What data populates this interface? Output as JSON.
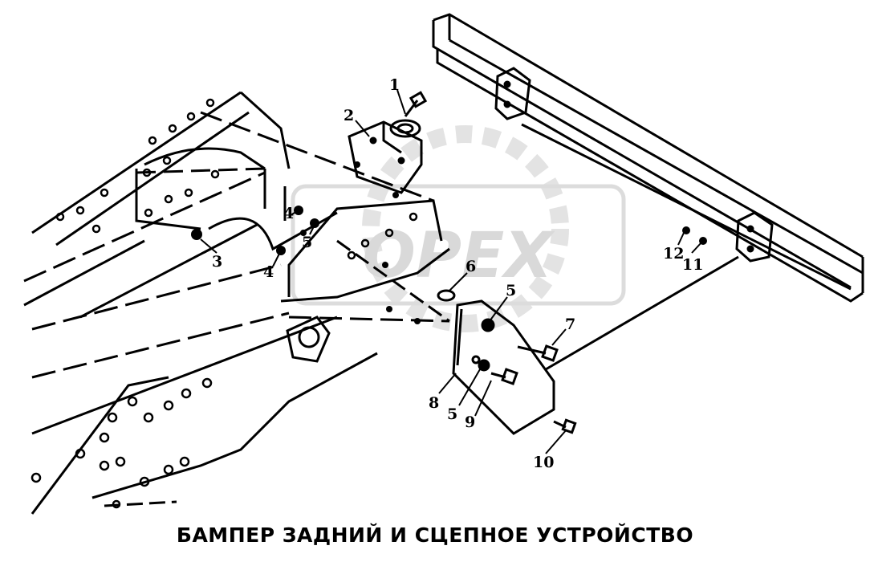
{
  "caption": "БАМПЕР ЗАДНИЙ И СЦЕПНОЕ УСТРОЙСТВО",
  "watermark": {
    "text": "OPEX",
    "color": "#d9d9d9"
  },
  "callouts": [
    {
      "id": "1",
      "text": "1"
    },
    {
      "id": "2",
      "text": "2"
    },
    {
      "id": "3",
      "text": "3"
    },
    {
      "id": "4a",
      "text": "4"
    },
    {
      "id": "4b",
      "text": "4"
    },
    {
      "id": "5a",
      "text": "5"
    },
    {
      "id": "5b",
      "text": "5"
    },
    {
      "id": "5c",
      "text": "5"
    },
    {
      "id": "6",
      "text": "6"
    },
    {
      "id": "7",
      "text": "7"
    },
    {
      "id": "8",
      "text": "8"
    },
    {
      "id": "9",
      "text": "9"
    },
    {
      "id": "10",
      "text": "10"
    },
    {
      "id": "11",
      "text": "11"
    },
    {
      "id": "12",
      "text": "12"
    }
  ]
}
